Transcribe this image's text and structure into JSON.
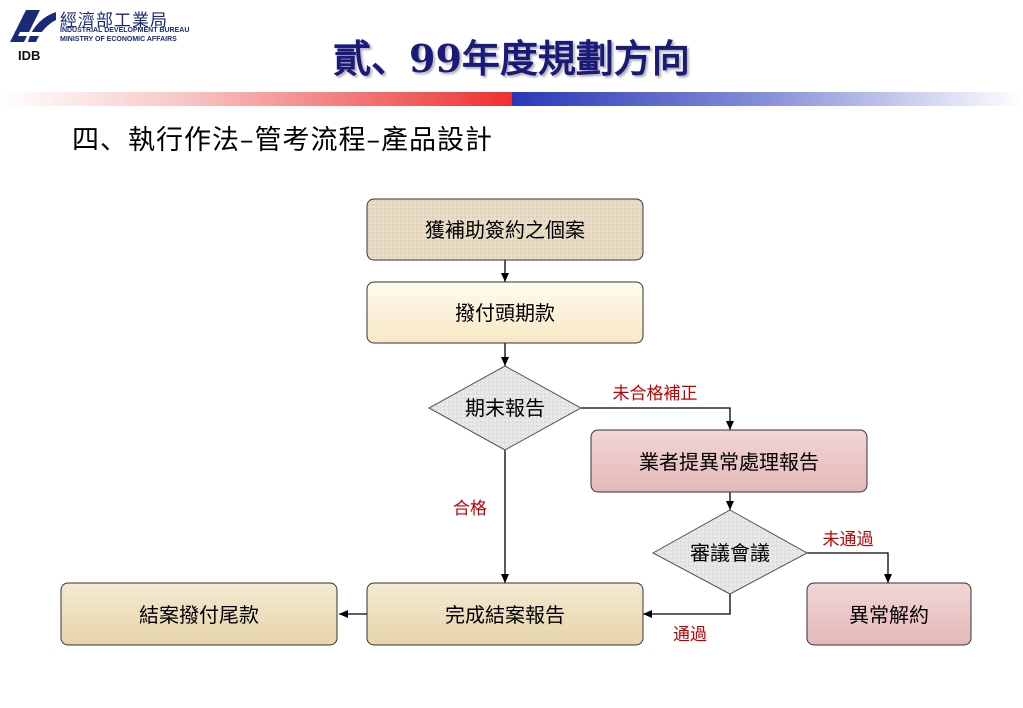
{
  "logo": {
    "name_cn": "經濟部工業局",
    "name_en1": "INDUSTRIAL DEVELOPMENT BUREAU",
    "name_en2": "MINISTRY OF ECONOMIC AFFAIRS",
    "abbr": "IDB",
    "icon": "idb-logo-icon"
  },
  "title": "貳、99年度規劃方向",
  "subtitle": "四、執行作法–管考流程–產品設計",
  "colors": {
    "title": "#1a1a7a",
    "edge_label": "#c00000",
    "band_red": "#ee3030",
    "band_blue": "#2838b8",
    "tan_fill": "#e8dcc4",
    "cream_fill": "#fcf2d8",
    "pink_fill": "#ecc8c8",
    "gray_fill": "#e6e6e6"
  },
  "nodes": {
    "case": "獲補助簽約之個案",
    "first_payment": "撥付頭期款",
    "final_report_check": "期末報告",
    "abnormal_report": "業者提異常處理報告",
    "review_meeting": "審議會議",
    "complete_report": "完成結案報告",
    "final_payment": "結案撥付尾款",
    "terminate": "異常解約"
  },
  "edges": {
    "not_qualified": "未合格補正",
    "qualified": "合格",
    "not_passed": "未通過",
    "passed": "通過"
  }
}
